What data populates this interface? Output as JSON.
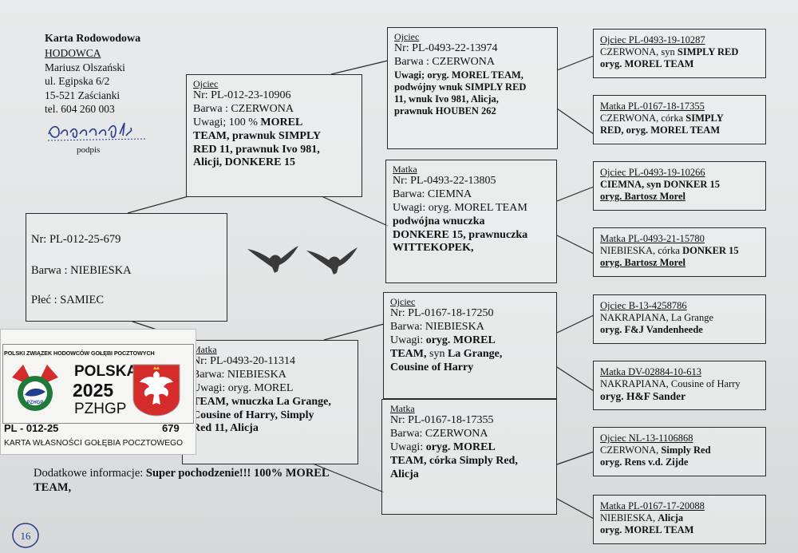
{
  "header": {
    "title": "Karta Rodowodowa",
    "subtitle": "HODOWCA",
    "owner": "Mariusz Olszański",
    "street": "ul. Egipska 6/2",
    "city": "15-521 Zaścianki",
    "phone": "tel. 604 260 003",
    "signature_label": "podpis"
  },
  "main": {
    "nr": "Nr: PL-012-25-679",
    "barwa": "Barwa : NIEBIESKA",
    "plec": "Płeć : SAMIEC"
  },
  "father": {
    "label": "Ojciec",
    "nr": "Nr: PL-012-23-10906",
    "barwa": "Barwa : CZERWONA",
    "uwagi_prefix": "Uwagi; 100 % ",
    "uwagi_bold1": "MOREL",
    "uwagi_bold2": "TEAM, prawnuk SIMPLY",
    "uwagi_bold3": "RED 11, prawnuk Ivo 981,",
    "uwagi_bold4": "Alicji,  DONKERE 15"
  },
  "mother": {
    "label": "Matka",
    "nr": "Nr: PL-0493-20-11314",
    "barwa": "Barwa: NIEBIESKA",
    "uwagi": "Uwagi: oryg. MOREL",
    "uwagi_b1": "TEAM, wnuczka La Grange,",
    "uwagi_b2": "Cousine of Harry, Simply",
    "uwagi_b3": "Red 11, Alicja"
  },
  "ff": {
    "label": "Ojciec",
    "nr": "Nr: PL-0493-22-13974",
    "barwa": "Barwa : CZERWONA",
    "b1": "Uwagi; oryg. MOREL TEAM,",
    "b2": "podwójny wnuk SIMPLY RED",
    "b3": "11, wnuk Ivo 981, Alicja,",
    "b4": "prawnuk HOUBEN 262"
  },
  "fm": {
    "label": "Matka",
    "nr": "Nr: PL-0493-22-13805",
    "barwa": "Barwa: CIEMNA",
    "uwagi": "Uwagi: oryg. MOREL TEAM",
    "b1": "podwójna wnuczka",
    "b2": "DONKERE 15,  prawnuczka",
    "b3": "WITTEKOPEK,"
  },
  "mf": {
    "label": "Ojciec",
    "nr": "Nr: PL-0167-18-17250",
    "barwa": "Barwa: NIEBIESKA",
    "uwagi_prefix": "Uwagi: ",
    "uwagi_bold": "oryg. MOREL",
    "l2_bold": "TEAM,",
    "l2_plain": "  syn ",
    "l2_bold2": "La Grange,",
    "l3": "Cousine of Harry"
  },
  "mm": {
    "label": "Matka",
    "nr": "Nr: PL-0167-18-17355",
    "barwa": "Barwa: CZERWONA",
    "uwagi_prefix": "Uwagi: ",
    "uwagi_bold": "oryg. MOREL",
    "b1": "TEAM,  córka Simply Red,",
    "b2": "Alicja"
  },
  "r1": {
    "label": "Ojciec PL-0493-19-10287",
    "plain": "CZERWONA, syn  ",
    "bold": "SIMPLY RED",
    "l2": "oryg. MOREL TEAM"
  },
  "r2": {
    "label": "Matka PL-0167-18-17355",
    "plain": "CZERWONA, córka  ",
    "bold": "SIMPLY",
    "l2": "RED, oryg. MOREL TEAM"
  },
  "r3": {
    "label_a": "Ojciec",
    "label_b": "  PL-0493-19-10266",
    "l1": " CIEMNA, syn DONKER 15",
    "l2": "oryg. Bartosz Morel"
  },
  "r4": {
    "label_a": "Matka",
    "label_b": " PL-0493-21-15780",
    "plain": "NIEBIESKA, córka ",
    "bold": "DONKER 15",
    "l2": "oryg. Bartosz Morel"
  },
  "r5": {
    "label_a": "Ojciec",
    "label_b": "  B-13-4258786",
    "l1": "NAKRAPIANA, La Grange",
    "l2": "oryg. F&J Vandenheede"
  },
  "r6": {
    "label_a": "Matka",
    "label_b": " DV-02884-10-613",
    "l1": "NAKRAPIANA, Cousine of Harry",
    "l2": "oryg. H&F Sander"
  },
  "r7": {
    "label_a": "Ojciec",
    "label_b": "  NL-13-1106868",
    "plain": "CZERWONA,  ",
    "bold": "Simply Red",
    "l2": "oryg. Rens v.d. Zijde"
  },
  "r8": {
    "label_a": "Matka",
    "label_b": " PL-0167-17-20088",
    "plain": "NIEBIESKA,  ",
    "bold": "Alicja",
    "l2": " oryg. MOREL TEAM"
  },
  "extra": {
    "prefix": "Dodatkowe informacje: ",
    "bold1": "Super pochodzenie!!! 100% MOREL",
    "bold2": "TEAM,"
  },
  "sticker": {
    "top": "POLSKI ZWIĄZEK HODOWCÓW GOŁĘBI POCZTOWYCH",
    "polska": "POLSKA",
    "year": "2025",
    "pzhgp": "PZHGP",
    "num": "PL - 012-25",
    "code": "679",
    "bottom": "KARTA  WŁASNOŚCI GOŁĘBIA POCZTOWEGO",
    "logo_text": "PZHGP"
  },
  "page_num": "16",
  "colors": {
    "ink": "#111111",
    "red": "#d62b2b",
    "green": "#1f7a3a",
    "blue": "#1f3f8c",
    "pen": "#2b3a8c"
  }
}
